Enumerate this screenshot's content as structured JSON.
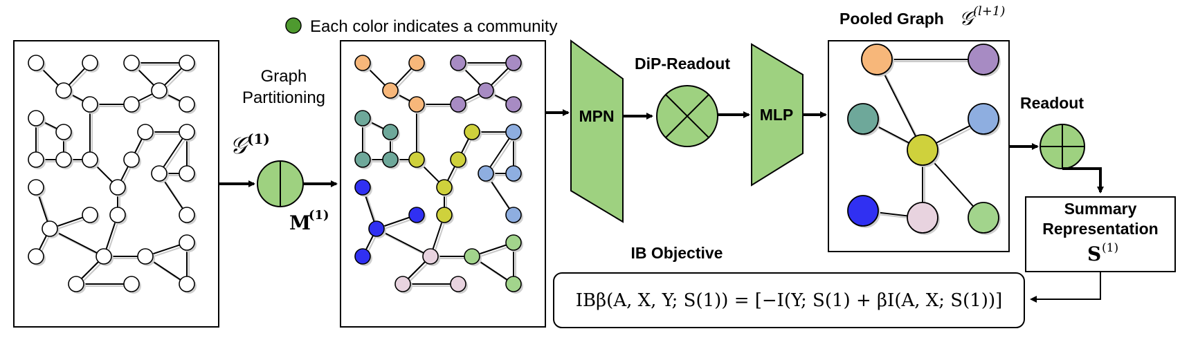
{
  "legend": {
    "text": "Each color indicates a community",
    "swatch_color": "#4e9a2f"
  },
  "labels": {
    "graph_partitioning_line1": "Graph",
    "graph_partitioning_line2": "Partitioning",
    "g1": "𝒢",
    "g1_sup": "(1)",
    "m1": "M",
    "m1_sup": "(1)",
    "mpn": "MPN",
    "dip_readout": "DiP-Readout",
    "mlp": "MLP",
    "pooled_graph": "Pooled Graph",
    "pooled_symbol": "𝒢",
    "pooled_sup": "(l+1)",
    "readout": "Readout",
    "summary_line1": "Summary",
    "summary_line2": "Representation",
    "summary_symbol": "S",
    "summary_sup": "(1)",
    "ib_objective": "IB Objective",
    "ib_formula": "IBβ(A, X, Y; S(1)) = [−I(Y; S(1) + βI(A, X; S(1))]"
  },
  "colors": {
    "module_green": "#9ed180",
    "orange": "#f7b77a",
    "purple": "#a78bc3",
    "teal": "#6ea89a",
    "olive": "#cfd13c",
    "blue_light": "#8eaee0",
    "blue_dark": "#3030f2",
    "pink": "#e8d3df",
    "green": "#a2d48c"
  }
}
